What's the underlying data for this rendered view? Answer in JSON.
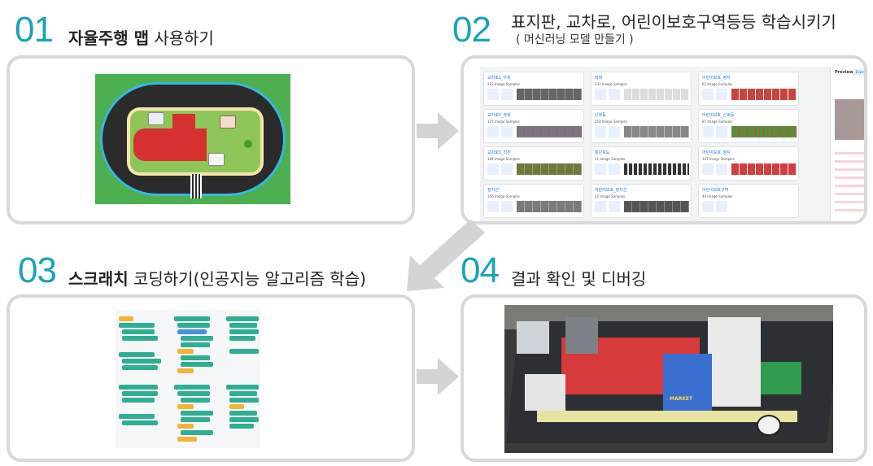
{
  "steps": [
    {
      "num": "01",
      "title_bold": "자율주행 맵",
      "title_rest": " 사용하기",
      "subtitle": ""
    },
    {
      "num": "02",
      "title_bold": "",
      "title_rest": "표지판, 교차로, 어린이보호구역등등 학습시키기",
      "subtitle": "( 머신러닝 모델 만들기 )"
    },
    {
      "num": "03",
      "title_bold": "스크래치",
      "title_rest": " 코딩하기(인공지능 알고리즘 학습)",
      "subtitle": ""
    },
    {
      "num": "04",
      "title_bold": "",
      "title_rest": "결과 확인 및 디버깅",
      "subtitle": ""
    }
  ],
  "ml": {
    "cards": [
      {
        "name": "교차로1_우회",
        "count": "232 Image Samples"
      },
      {
        "name": "좌회",
        "count": "232 Image Samples"
      },
      {
        "name": "어린이보호_정지",
        "count": "62 Image Samples"
      },
      {
        "name": "교차로2_좌회",
        "count": "121 Image Samples"
      },
      {
        "name": "신호등",
        "count": "254 Image Samples"
      },
      {
        "name": "어린이보호_신호등",
        "count": "87 Image Samples"
      },
      {
        "name": "교차로3_직진",
        "count": "184 Image Samples"
      },
      {
        "name": "횡단보도",
        "count": "21 Image Samples"
      },
      {
        "name": "어린이보호_정지",
        "count": "107 Image Samples"
      },
      {
        "name": "정지선",
        "count": "156 Image Samples"
      },
      {
        "name": "어린이보호_정지선",
        "count": "42 Image Samples"
      },
      {
        "name": "어린이보호구역",
        "count": "40 Image Samples"
      }
    ],
    "preview_label": "Preview",
    "export_label": "Export Model"
  },
  "photo_sign": "MARKET",
  "colors": {
    "accent": "#1aa3b5",
    "panel_border": "#d9d9d9",
    "arrow": "#d4d4d4"
  }
}
